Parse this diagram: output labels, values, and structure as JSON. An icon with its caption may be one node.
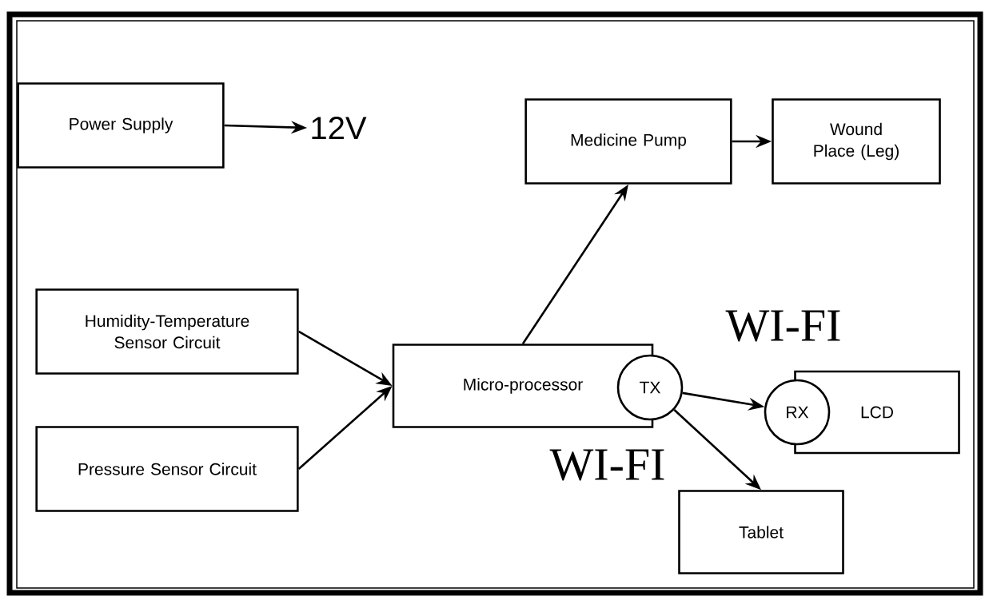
{
  "diagram": {
    "nodes": [
      {
        "text": [
          "Power Supply"
        ]
      },
      {
        "text": [
          "12V"
        ]
      },
      {
        "text": [
          "Medicine Pump"
        ]
      },
      {
        "text": [
          "Wound Place (Leg)"
        ]
      },
      {
        "text": [
          "Humidity-Temperature Sensor Circuit"
        ]
      },
      {
        "text": [
          "Pressure Sensor Circuit"
        ]
      },
      {
        "text": [
          "Micro-processor"
        ]
      },
      {
        "text": [
          "TX"
        ]
      },
      {
        "text": [
          "LCD"
        ]
      },
      {
        "text": [
          "RX"
        ]
      },
      {
        "text": [
          "Tablet"
        ]
      }
    ],
    "edges": [
      {
        "from": 0,
        "to": 1,
        "arrow": "to"
      },
      {
        "from": 2,
        "to": 3,
        "arrow": "to"
      },
      {
        "from": 4,
        "to": 6,
        "arrow": "to"
      },
      {
        "from": 5,
        "to": 6,
        "arrow": "to"
      },
      {
        "from": 6,
        "to": 2,
        "arrow": "to"
      },
      {
        "from": 7,
        "to": 9,
        "arrow": "to"
      },
      {
        "from": 7,
        "to": 10,
        "arrow": "to"
      }
    ],
    "labels": [
      "WI-FI",
      "WI-FI"
    ]
  }
}
